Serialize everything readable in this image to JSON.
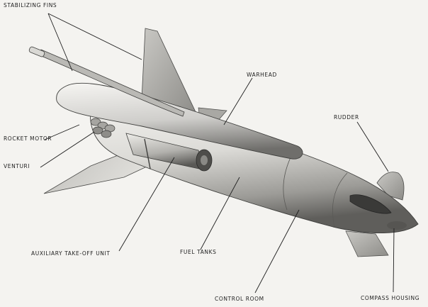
{
  "labels": {
    "stabilizing_fins": "STABILIZING FINS",
    "warhead": "WARHEAD",
    "rudder": "RUDDER",
    "rocket_motor": "ROCKET MOTOR",
    "venturi": "VENTURI",
    "auxiliary_takeoff_unit": "AUXILIARY TAKE-OFF UNIT",
    "fuel_tanks": "FUEL TANKS",
    "control_room": "CONTROL ROOM",
    "compass_housing": "COMPASS HOUSING"
  },
  "colors": {
    "background": "#f4f3f0",
    "ink": "#1e1e1e",
    "body_light": "#e6e5e1",
    "body_mid": "#b9b8b4",
    "body_dark": "#6d6c69"
  }
}
